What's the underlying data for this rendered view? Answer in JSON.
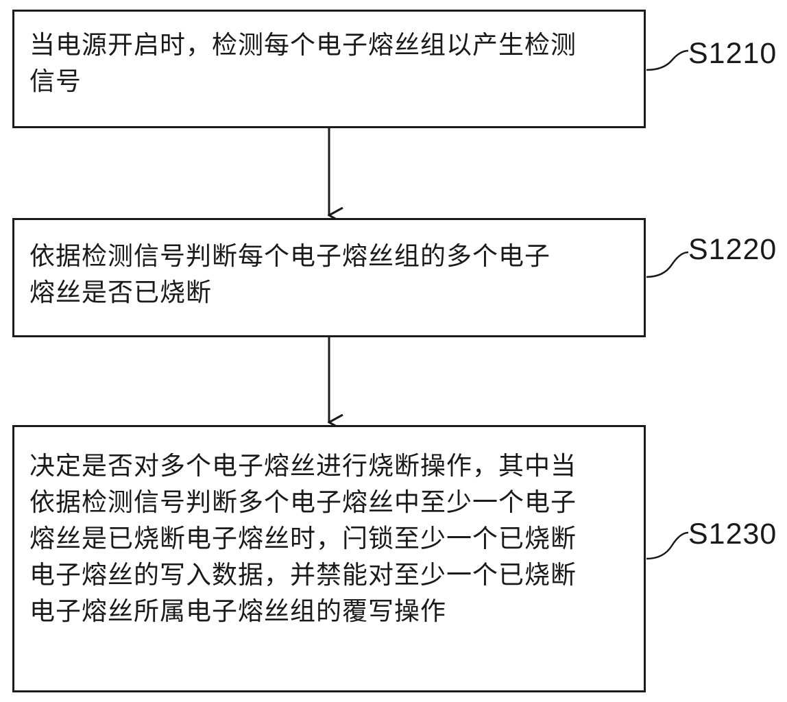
{
  "steps": [
    {
      "id": "S1210",
      "text": "当电源开启时，检测每个电子熔丝组以产生检测\n信号"
    },
    {
      "id": "S1220",
      "text": "依据检测信号判断每个电子熔丝组的多个电子\n熔丝是否已烧断"
    },
    {
      "id": "S1230",
      "text": "决定是否对多个电子熔丝进行烧断操作，其中当\n依据检测信号判断多个电子熔丝中至少一个电子\n熔丝是已烧断电子熔丝时，闩锁至少一个已烧断\n电子熔丝的写入数据，并禁能对至少一个已烧断\n电子熔丝所属电子熔丝组的覆写操作"
    }
  ]
}
